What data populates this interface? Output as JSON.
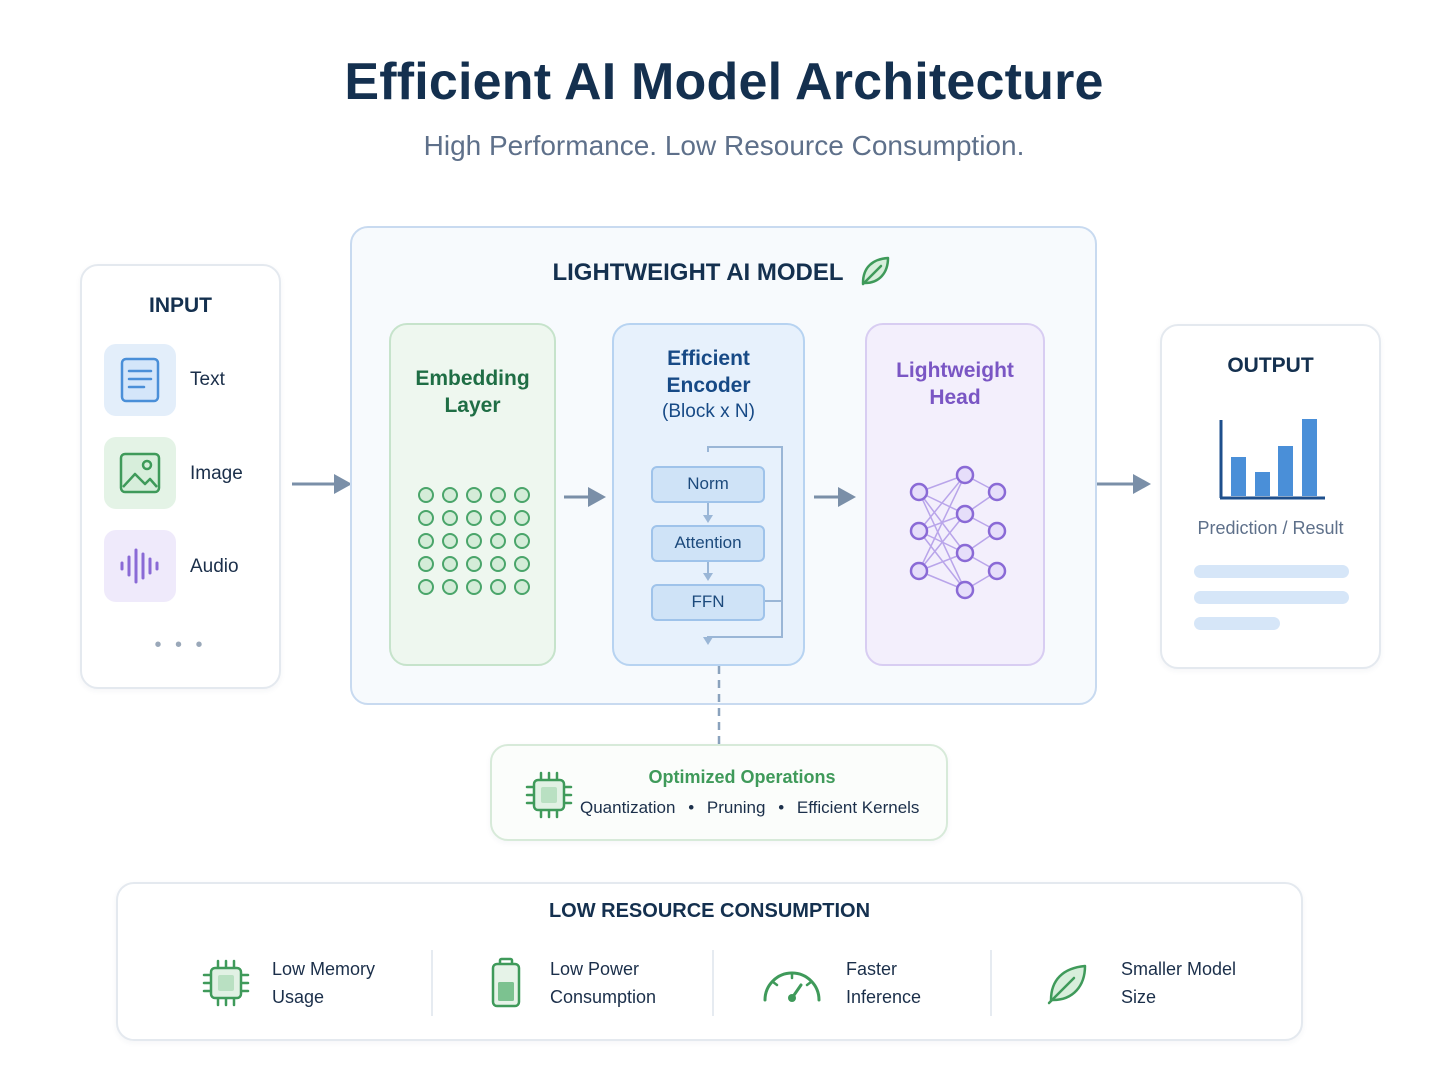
{
  "header": {
    "title": "Efficient AI Model Architecture",
    "subtitle": "High Performance. Low Resource Consumption."
  },
  "input": {
    "title": "INPUT",
    "items": [
      {
        "label": "Text",
        "icon": "text-document-icon",
        "tile_color": "#e3eefa"
      },
      {
        "label": "Image",
        "icon": "image-icon",
        "tile_color": "#e4f3e6"
      },
      {
        "label": "Audio",
        "icon": "audio-waveform-icon",
        "tile_color": "#efeafb"
      }
    ],
    "more": "• • •"
  },
  "model": {
    "title": "LIGHTWEIGHT AI MODEL",
    "title_icon": "leaf-icon",
    "embedding": {
      "line1": "Embedding",
      "line2": "Layer",
      "color": "#1f6e45"
    },
    "encoder": {
      "line1": "Efficient",
      "line2": "Encoder",
      "line3": "(Block x N)",
      "ops": [
        "Norm",
        "Attention",
        "FFN"
      ],
      "color": "#174a86"
    },
    "head": {
      "line1": "Lightweight",
      "line2": "Head",
      "color": "#7a56c4"
    }
  },
  "output": {
    "title": "OUTPUT",
    "caption": "Prediction / Result",
    "icon": "bar-chart-icon"
  },
  "optimized": {
    "title": "Optimized Operations",
    "items": [
      "Quantization",
      "Pruning",
      "Efficient Kernels"
    ],
    "icon": "chip-icon"
  },
  "resources": {
    "title": "LOW RESOURCE CONSUMPTION",
    "items": [
      {
        "line1": "Low Memory",
        "line2": "Usage",
        "icon": "memory-chip-icon"
      },
      {
        "line1": "Low Power",
        "line2": "Consumption",
        "icon": "battery-icon"
      },
      {
        "line1": "Faster",
        "line2": "Inference",
        "icon": "speedometer-icon"
      },
      {
        "line1": "Smaller Model",
        "line2": "Size",
        "icon": "leaf-icon"
      }
    ]
  },
  "colors": {
    "navy": "#14304f",
    "green": "#3f9a5a",
    "blue": "#4a8fd8",
    "purple": "#8a6ad6",
    "arrow": "#7a8fa8"
  }
}
